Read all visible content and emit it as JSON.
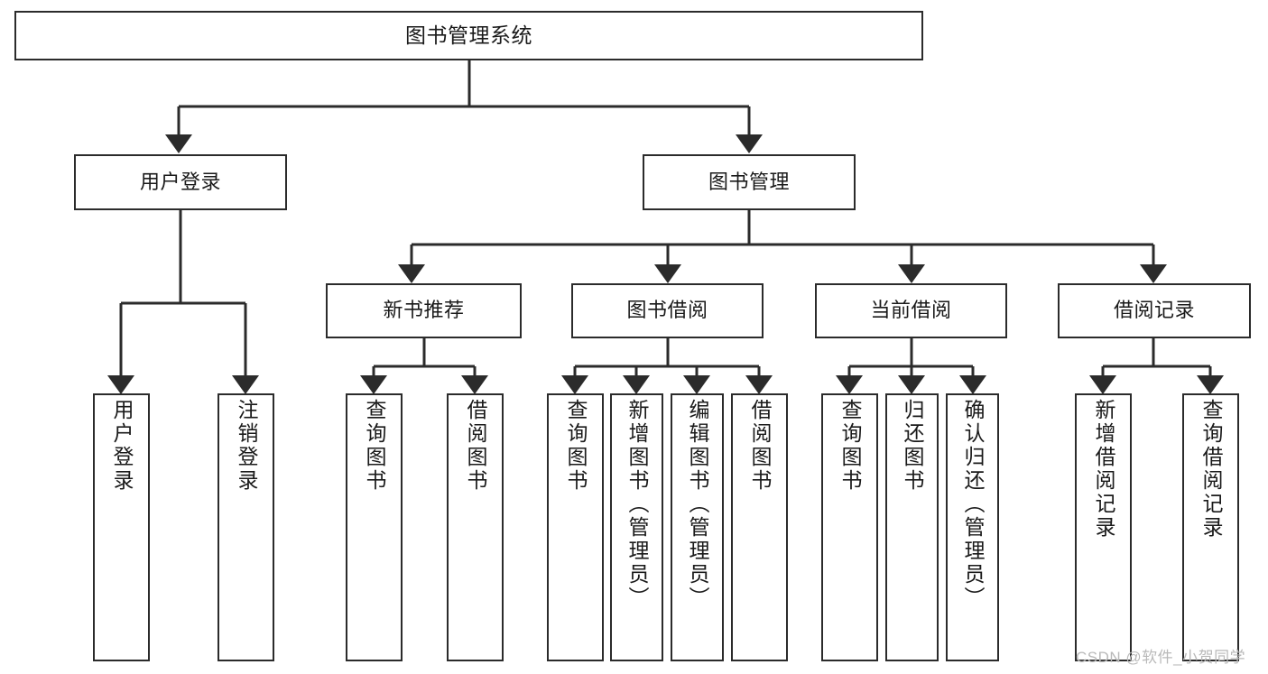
{
  "diagram": {
    "kind": "tree-hierarchy-diagram",
    "title": "图书管理系统",
    "orientation": "top-down",
    "edge_color": "#2b2b2b",
    "node_border_color": "#2b2b2b",
    "node_fill_color": "#ffffff",
    "text_color": "#1a1a1a"
  },
  "nodes": {
    "root": {
      "label": "图书管理系统"
    },
    "level1": [
      {
        "label": "用户登录"
      },
      {
        "label": "图书管理"
      }
    ],
    "level2": [
      {
        "label": "新书推荐"
      },
      {
        "label": "图书借阅"
      },
      {
        "label": "当前借阅"
      },
      {
        "label": "借阅记录"
      }
    ],
    "leaves": {
      "user_login": [
        {
          "label": "用户登录"
        },
        {
          "label": "注销登录"
        }
      ],
      "new_book_recommend": [
        {
          "label": "查询图书"
        },
        {
          "label": "借阅图书"
        }
      ],
      "book_borrow": [
        {
          "label": "查询图书"
        },
        {
          "label": "新增图书（管理员）"
        },
        {
          "label": "编辑图书（管理员）"
        },
        {
          "label": "借阅图书"
        }
      ],
      "current_borrow": [
        {
          "label": "查询图书"
        },
        {
          "label": "归还图书"
        },
        {
          "label": "确认归还（管理员）"
        }
      ],
      "borrow_record": [
        {
          "label": "新增借阅记录"
        },
        {
          "label": "查询借阅记录"
        }
      ]
    }
  },
  "watermark": {
    "text": "CSDN @软件_小贺同学",
    "color": "#b9b9b9"
  }
}
